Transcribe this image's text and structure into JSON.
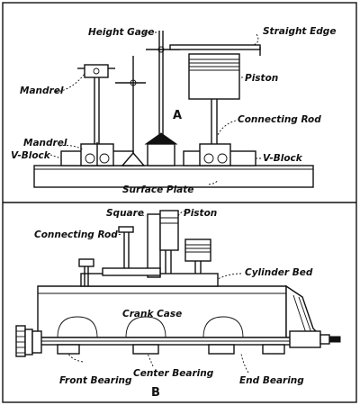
{
  "figure_a": {
    "panel_letter": "A",
    "labels": {
      "height_gage": "Height Gage",
      "straight_edge": "Straight Edge",
      "piston": "Piston",
      "mandrel_top": "Mandrel",
      "connecting_rod": "Connecting Rod",
      "mandrel_left": "Mandrel",
      "v_block_left": "V-Block",
      "v_block_right": "V-Block",
      "surface_plate": "Surface Plate"
    }
  },
  "figure_b": {
    "panel_letter": "B",
    "labels": {
      "square": "Square",
      "piston": "Piston",
      "connecting_rod": "Connecting Rod",
      "cylinder_bed": "Cylinder Bed",
      "crank_case": "Crank Case",
      "front_bearing": "Front Bearing",
      "center_bearing": "Center Bearing",
      "end_bearing": "End Bearing"
    }
  }
}
